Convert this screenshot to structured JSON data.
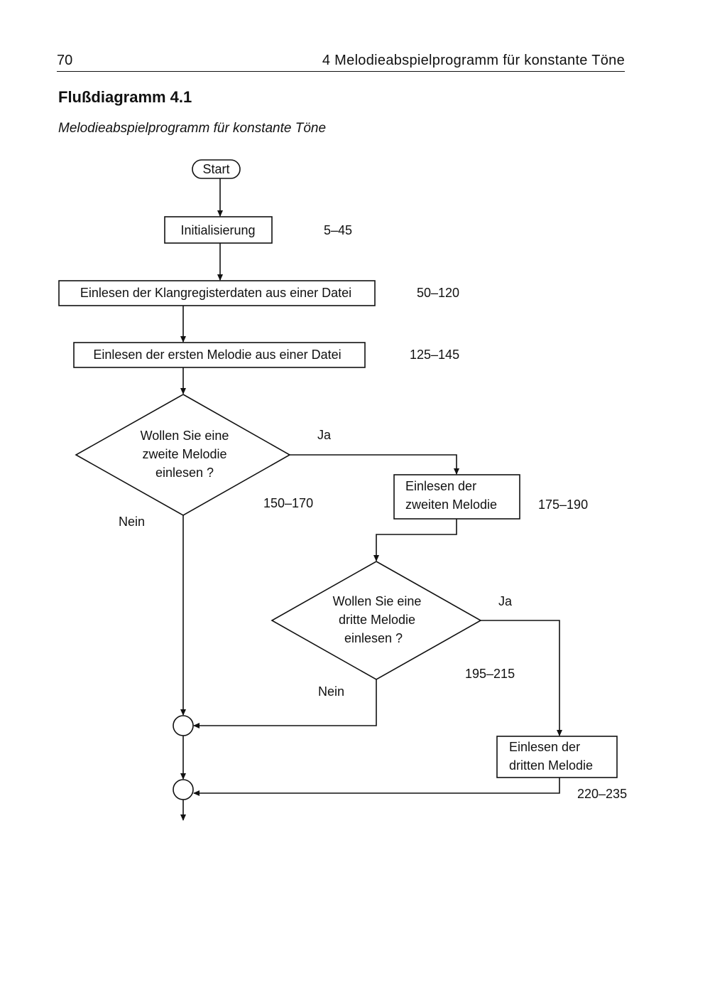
{
  "header": {
    "page_number": "70",
    "running_head": "4  Melodieabspielprogramm für konstante Töne"
  },
  "figure": {
    "title": "Flußdiagramm 4.1",
    "subtitle": "Melodieabspielprogramm für konstante Töne"
  },
  "flowchart": {
    "start": "Start",
    "init": {
      "label": "Initialisierung",
      "lines": "5–45"
    },
    "read_sound": {
      "label": "Einlesen der Klangregisterdaten aus einer Datei",
      "lines": "50–120"
    },
    "read_first": {
      "label": "Einlesen der ersten Melodie aus einer Datei",
      "lines": "125–145"
    },
    "decision_second": {
      "line1": "Wollen Sie eine",
      "line2": "zweite Melodie",
      "line3": "einlesen ?",
      "yes": "Ja",
      "no": "Nein",
      "lines": "150–170"
    },
    "read_second": {
      "line1": "Einlesen der",
      "line2": "zweiten Melodie",
      "lines": "175–190"
    },
    "decision_third": {
      "line1": "Wollen Sie eine",
      "line2": "dritte Melodie",
      "line3": "einlesen ?",
      "yes": "Ja",
      "no": "Nein",
      "lines": "195–215"
    },
    "read_third": {
      "line1": "Einlesen der",
      "line2": "dritten Melodie",
      "lines": "220–235"
    }
  }
}
